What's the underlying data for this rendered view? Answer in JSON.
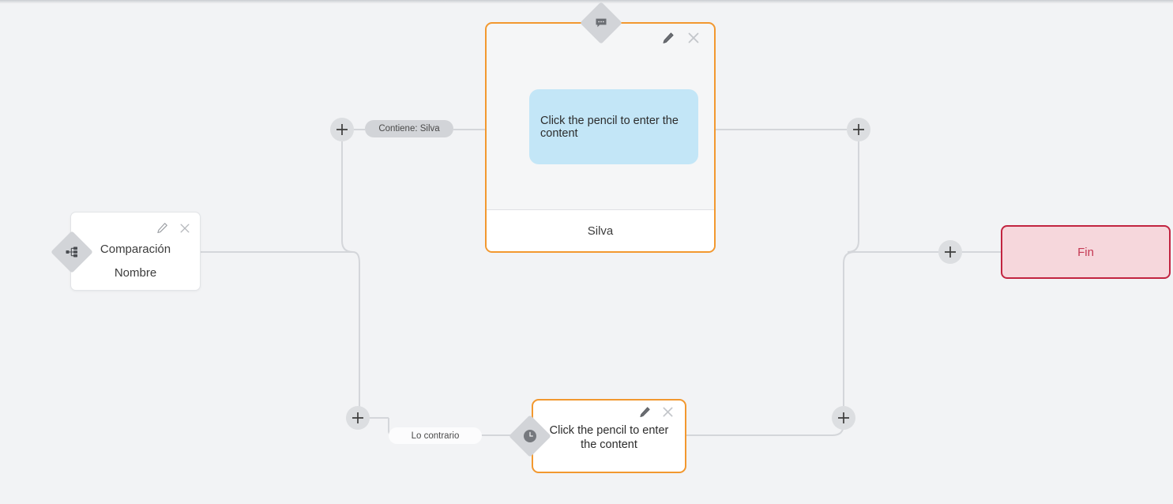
{
  "app": {
    "canvas_background": "#f2f3f5",
    "edge_color": "#d4d6da"
  },
  "nodes": {
    "comparison": {
      "name": "Comparación",
      "title": "Comparación",
      "subtitle": "Nombre",
      "edit_icon": "pencil-icon",
      "close_icon": "close-icon",
      "handle_icon": "branch-hierarchy-icon",
      "border_color": "#e2e4e7",
      "background": "#ffffff"
    },
    "message_top": {
      "bubble_text": "Click the pencil to enter the content",
      "footer_text": "Silva",
      "edit_icon": "pencil-icon",
      "close_icon": "close-icon",
      "handle_icon": "chat-bubble-icon",
      "border_color": "#f2982f",
      "bubble_color": "#c3e6f7"
    },
    "message_bottom": {
      "body_text": "Click the pencil to enter the content",
      "edit_icon": "pencil-icon",
      "close_icon": "close-icon",
      "handle_icon": "clock-icon",
      "border_color": "#f2982f",
      "background": "#ffffff"
    },
    "end": {
      "label": "Fin",
      "border_color": "#c22440",
      "background": "#f6d7dc",
      "text_color": "#c53a54"
    }
  },
  "edge_labels": {
    "branch_true": "Contiene: Silva",
    "branch_false": "Lo contrario"
  },
  "add_buttons": [
    {
      "name": "add-node-branch-true",
      "icon": "plus-icon"
    },
    {
      "name": "add-node-branch-false",
      "icon": "plus-icon"
    },
    {
      "name": "add-node-after-message-top",
      "icon": "plus-icon"
    },
    {
      "name": "add-node-after-message-bottom",
      "icon": "plus-icon"
    },
    {
      "name": "add-node-before-end",
      "icon": "plus-icon"
    }
  ]
}
